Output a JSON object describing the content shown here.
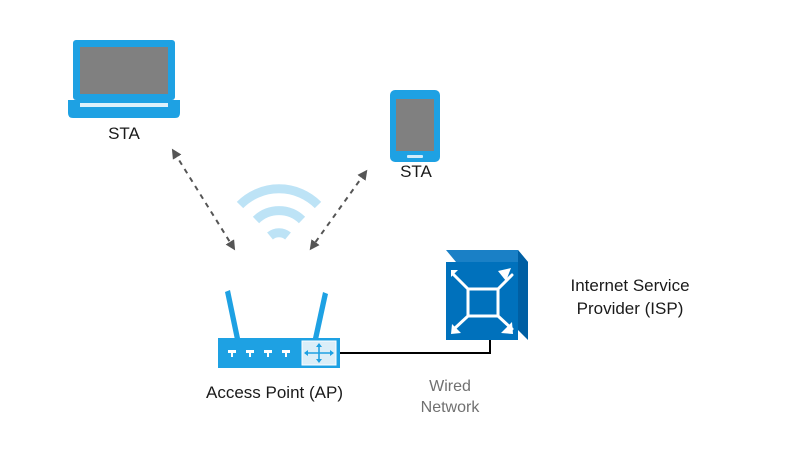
{
  "nodes": {
    "laptop": {
      "label": "STA",
      "icon": "laptop-icon"
    },
    "tablet": {
      "label": "STA",
      "icon": "tablet-icon"
    },
    "access_point": {
      "label": "Access Point (AP)",
      "icon": "wireless-router-icon"
    },
    "isp": {
      "label_line1": "Internet Service",
      "label_line2": "Provider (ISP)",
      "icon": "router-cube-icon"
    }
  },
  "links": {
    "wired": {
      "label_line1": "Wired",
      "label_line2": "Network",
      "style": "solid"
    },
    "wireless": {
      "style": "dashed-bidirectional",
      "icon": "wifi-icon"
    }
  },
  "colors": {
    "device_blue": "#1ea1e3",
    "isp_blue": "#0071bc",
    "screen_grey": "#808080",
    "wifi_light": "#bde3f6",
    "arrow_grey": "#555555",
    "wire": "#000000"
  }
}
